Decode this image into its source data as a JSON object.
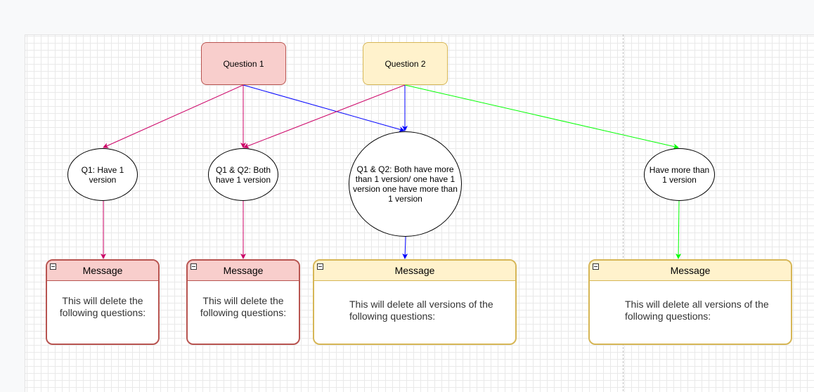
{
  "colors": {
    "red_fill": "#f8cecc",
    "red_stroke": "#b85450",
    "yellow_fill": "#fff2cc",
    "yellow_stroke": "#d6b656",
    "edge_pink": "#cc0066",
    "edge_blue": "#0000ff",
    "edge_green": "#00ff00"
  },
  "questions": [
    {
      "label": "Question 1"
    },
    {
      "label": "Question 2"
    }
  ],
  "conditions": [
    {
      "label": "Q1: Have 1 version"
    },
    {
      "label": "Q1 & Q2: Both have 1 version"
    },
    {
      "label": "Q1 & Q2: Both have more than 1 version/ one have 1 version one have more than 1 version"
    },
    {
      "label": "Have more than 1 version"
    }
  ],
  "messages": [
    {
      "title": "Message",
      "body": "This will delete the following questions:"
    },
    {
      "title": "Message",
      "body": "This will delete the following questions:"
    },
    {
      "title": "Message",
      "body": "This will delete all versions of the following questions:"
    },
    {
      "title": "Message",
      "body": "This will delete all versions of the following questions:"
    }
  ],
  "icons": {
    "collapse": "collapse-toggle-icon"
  }
}
